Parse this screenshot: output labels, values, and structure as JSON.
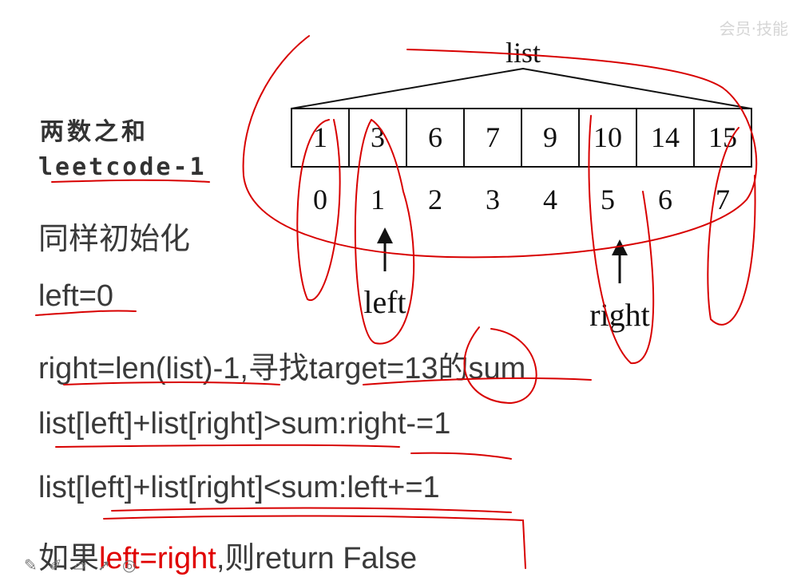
{
  "watermark": "会员·技能",
  "title": {
    "chinese": "两数之和",
    "code": "leetcode-1"
  },
  "lines": {
    "l1": "同样初始化",
    "l2": "left=0",
    "l3": "right=len(list)-1,寻找target=13的sum",
    "l4": "list[left]+list[right]>sum:right-=1",
    "l5": "list[left]+list[right]<sum:left+=1",
    "l6_pre": "如果",
    "l6_red": "left=right",
    "l6_post": ",则return False"
  },
  "diagram": {
    "list_label": "list",
    "values": [
      "1",
      "3",
      "6",
      "7",
      "9",
      "10",
      "14",
      "15"
    ],
    "indices": [
      "0",
      "1",
      "2",
      "3",
      "4",
      "5",
      "6",
      "7"
    ],
    "left_label": "left",
    "right_label": "right"
  },
  "toolbar_icons": [
    "pen-icon",
    "pencil-icon",
    "eraser-icon",
    "pointer-icon",
    "target-icon"
  ],
  "colors": {
    "text": "#3a3a3a",
    "accent": "#e00000",
    "annotation": "#d80000"
  }
}
